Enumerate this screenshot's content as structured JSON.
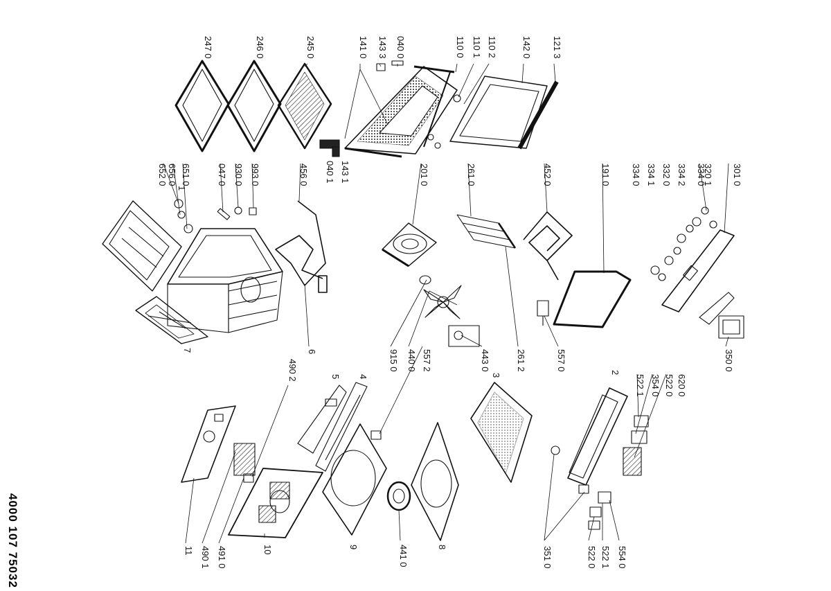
{
  "diagram": {
    "document_id": "4000 107 75032",
    "part_labels": [
      "247 0",
      "246 0",
      "245 0",
      "141 0",
      "143 3",
      "040 0",
      "110 0",
      "110 1",
      "110 2",
      "142 0",
      "121 3",
      "652 0",
      "656 0",
      "651 0",
      "047 0",
      "930 0",
      "993 0",
      "456 0",
      "143 1",
      "040 1",
      "201 0",
      "261 0",
      "452 0",
      "191 0",
      "334 0",
      "334 1",
      "332 0",
      "334 2",
      "334 0",
      "320 1",
      "301 0",
      "1",
      "7",
      "6",
      "490 2",
      "915 0",
      "440 0",
      "557 2",
      "443 0",
      "261 2",
      "557 0",
      "522 1",
      "354 0",
      "522 0",
      "620 0",
      "350 0",
      "2",
      "5",
      "4",
      "3",
      "11",
      "490 1",
      "491 0",
      "10",
      "9",
      "441 0",
      "8",
      "351 0",
      "522 0",
      "522 1",
      "554 0"
    ]
  }
}
